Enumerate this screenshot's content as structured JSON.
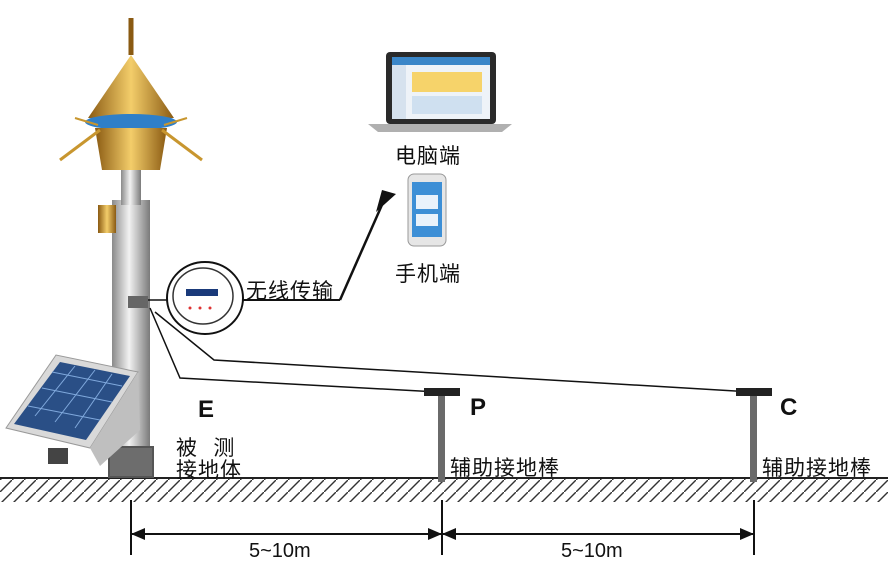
{
  "labels": {
    "computer": "电脑端",
    "phone": "手机端",
    "wireless": "无线传输",
    "electrode_e": "E",
    "electrode_p": "P",
    "electrode_c": "C",
    "measured_line1": "被  测",
    "measured_line2": "接地体",
    "aux_rod_p": "辅助接地棒",
    "aux_rod_c": "辅助接地棒",
    "distance_ep": "5~10m",
    "distance_pc": "5~10m"
  },
  "colors": {
    "gold": "#d9a53a",
    "steel": "#b8b8b8",
    "panel_blue": "#2a4f86",
    "ground_hatch": "#333333",
    "line": "#111111"
  }
}
